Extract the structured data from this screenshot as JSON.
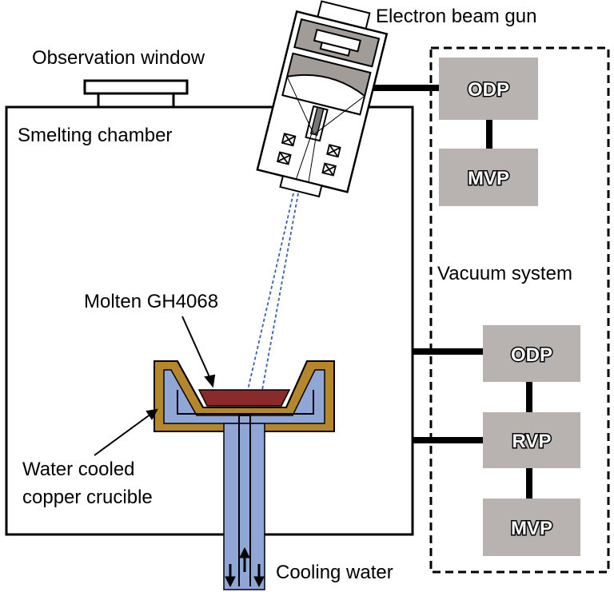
{
  "labels": {
    "electron_beam_gun": "Electron beam gun",
    "observation_window": "Observation window",
    "smelting_chamber": "Smelting chamber",
    "vacuum_system": "Vacuum system",
    "molten_alloy": "Molten GH4068",
    "crucible_line1": "Water cooled",
    "crucible_line2": "copper crucible",
    "cooling_water": "Cooling water"
  },
  "pumps": {
    "top_odp": "ODP",
    "top_mvp": "MVP",
    "bottom_odp": "ODP",
    "bottom_rvp": "RVP",
    "bottom_mvp": "MVP"
  },
  "colors": {
    "pump_fill": "#b8b3b0",
    "copper": "#b5862a",
    "water": "#8fa6d6",
    "molten": "#8b2a2a",
    "beam": "#3a5fb0"
  }
}
